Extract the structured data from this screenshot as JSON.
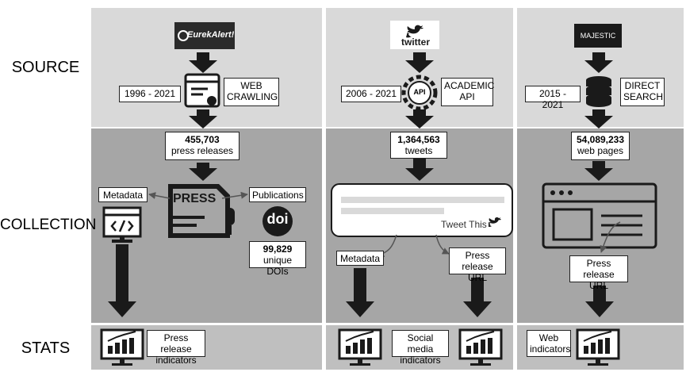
{
  "rows": {
    "source": "SOURCE",
    "collection": "COLLECTION",
    "stats": "STATS"
  },
  "columns": [
    {
      "source_logo": "EurekAlert!",
      "years": "1996 - 2021",
      "method_line1": "WEB",
      "method_line2": "CRAWLING",
      "count": "455,703",
      "count_unit": "press releases",
      "metadata": "Metadata",
      "publications": "Publications",
      "press_word": "PRESS",
      "doi_word": "doi",
      "dois_count": "99,829",
      "dois_unit": "unique DOIs",
      "indicator_line1": "Press release",
      "indicator_line2": "indicators"
    },
    {
      "source_logo": "twitter",
      "years": "2006 - 2021",
      "method_line1": "ACADEMIC",
      "method_line2": "API",
      "api_word": "API",
      "count": "1,364,563",
      "count_unit": "tweets",
      "tweet_this": "Tweet This",
      "metadata": "Metadata",
      "url_line1": "Press release",
      "url_line2": "URL",
      "indicator_line1": "Social media",
      "indicator_line2": "indicators"
    },
    {
      "source_logo": "MAJESTIC",
      "years": "2015 - 2021",
      "method_line1": "DIRECT",
      "method_line2": "SEARCH",
      "count": "54,089,233",
      "count_unit": "web pages",
      "url_line1": "Press release",
      "url_line2": "URL",
      "indicator_line1": "Web",
      "indicator_line2": "indicators"
    }
  ],
  "colors": {
    "source_bg": "#d9d9d9",
    "collection_bg": "#a6a6a6",
    "stats_bg": "#bfbfbf",
    "border": "#ffffff",
    "ink": "#1a1a1a"
  }
}
